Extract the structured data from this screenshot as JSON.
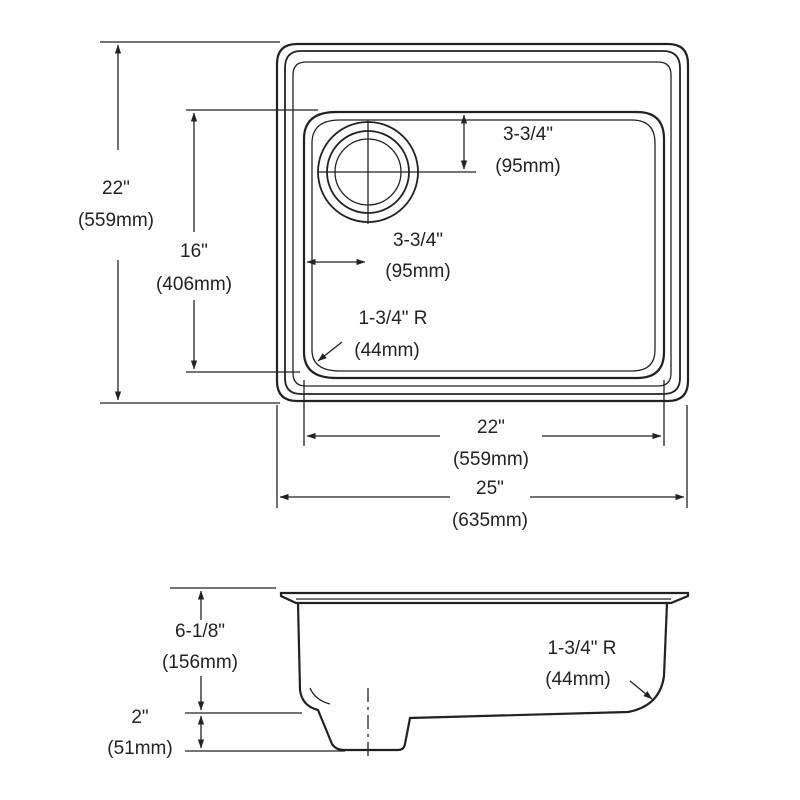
{
  "top_view": {
    "overall_depth": {
      "inch": "22\"",
      "mm": "(559mm)"
    },
    "bowl_depth": {
      "inch": "16\"",
      "mm": "(406mm)"
    },
    "drain_from_back": {
      "inch": "3-3/4\"",
      "mm": "(95mm)"
    },
    "drain_from_side": {
      "inch": "3-3/4\"",
      "mm": "(95mm)"
    },
    "corner_radius": {
      "inch": "1-3/4\" R",
      "mm": "(44mm)"
    },
    "bowl_width": {
      "inch": "22\"",
      "mm": "(559mm)"
    },
    "overall_width": {
      "inch": "25\"",
      "mm": "(635mm)"
    }
  },
  "side_view": {
    "bowl_depth": {
      "inch": "6-1/8\"",
      "mm": "(156mm)"
    },
    "drain_depth": {
      "inch": "2\"",
      "mm": "(51mm)"
    },
    "corner_radius": {
      "inch": "1-3/4\" R",
      "mm": "(44mm)"
    }
  }
}
